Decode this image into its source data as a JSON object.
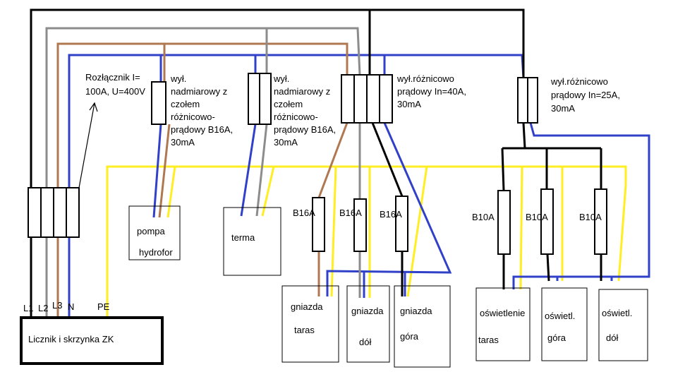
{
  "colors": {
    "L1": "#000000",
    "L2": "#8c8c8c",
    "L3": "#b07850",
    "N": "#3040c8",
    "PE": "#ffee22"
  },
  "rozlacznik": {
    "line1": "Rozłącznik I=",
    "line2": "100A, U=400V"
  },
  "pompa_breaker": {
    "line1": "wył.",
    "line2": "nadmiarowy z",
    "line3": "czołem",
    "line4": "różnicowo-",
    "line5": "prądowy B16A,",
    "line6": "30mA"
  },
  "terma_breaker": {
    "line1": "wył.",
    "line2": "nadmiarowy z",
    "line3": "czołem",
    "line4": "różnicowo-",
    "line5": "prądowy B16A,",
    "line6": "30mA"
  },
  "rcd_40": {
    "line1": "wył.różnicowo",
    "line2": "prądowy In=40A,",
    "line3": "30mA"
  },
  "rcd_25": {
    "line1": "wył.różnicowo",
    "line2": "prądowy In=25A,",
    "line3": "30mA"
  },
  "breakers": {
    "b1": "B16A",
    "b2": "B16A",
    "b3": "B16A",
    "b4": "B10A",
    "b5": "B10A",
    "b6": "B10A"
  },
  "loads": {
    "pompa": {
      "line1": "pompa",
      "line2": "hydrofor"
    },
    "terma": {
      "line1": "terma"
    },
    "gniazda_taras": {
      "line1": "gniazda",
      "line2": "taras"
    },
    "gniazda_dol": {
      "line1": "gniazda",
      "line2": "dół"
    },
    "gniazda_gora": {
      "line1": "gniazda",
      "line2": "góra"
    },
    "osw_taras": {
      "line1": "oświetlenie",
      "line2": "taras"
    },
    "osw_gora": {
      "line1": "oświetl.",
      "line2": "góra"
    },
    "osw_dol": {
      "line1": "oświetl.",
      "line2": "dół"
    }
  },
  "meter": {
    "label": "Licznik i skrzynka ZK",
    "terminals": {
      "L1": "L1",
      "L2": "L2",
      "L3": "L3",
      "N": "N",
      "PE": "PE"
    }
  }
}
